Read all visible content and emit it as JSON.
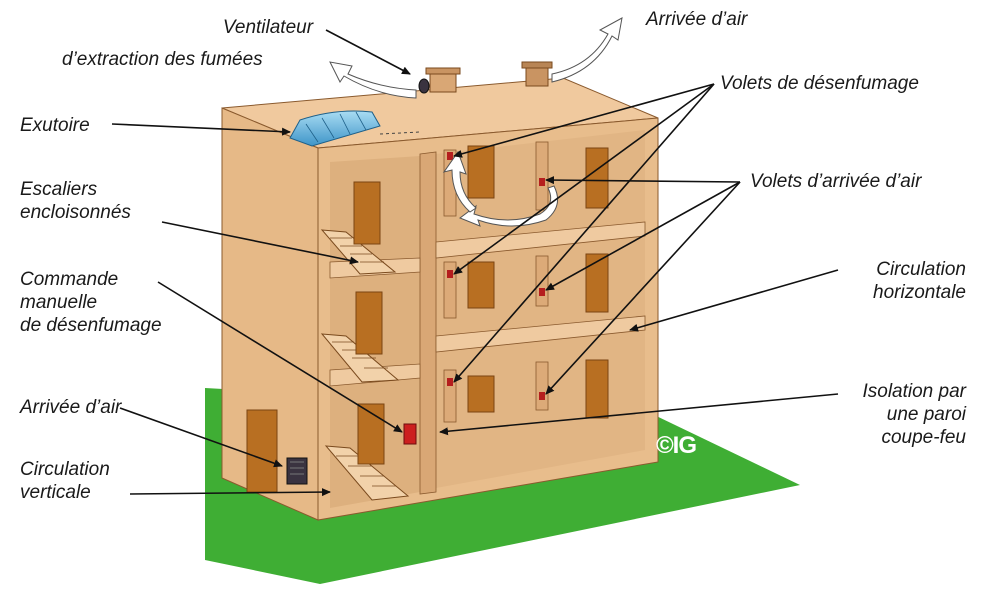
{
  "labels": {
    "ventilateur": [
      "Ventilateur",
      "d’extraction des fumées"
    ],
    "arrivee_air_top": "Arrivée d’air",
    "exutoire": "Exutoire",
    "volets_desenfumage": "Volets de désenfumage",
    "escaliers": [
      "Escaliers",
      "encloisonnés"
    ],
    "volets_arrivee": "Volets d’arrivée d’air",
    "commande": [
      "Commande",
      "manuelle",
      "de désenfumage"
    ],
    "circulation_horizontale": [
      "Circulation",
      "horizontale"
    ],
    "arrivee_air_bottom": "Arrivée d’air",
    "isolation": [
      "Isolation par",
      "une paroi",
      "coupe-feu"
    ],
    "circulation_verticale": [
      "Circulation",
      "verticale"
    ]
  },
  "copyright": "©IG",
  "icons": [
    "fan-icon",
    "air-inlet-vent-icon",
    "skylight-icon",
    "airflow-arrow-icon"
  ],
  "colors": {
    "wall": "#e6b987",
    "wall_shade": "#d9a775",
    "floor": "#efcaa0",
    "door": "#b86f22",
    "ground": "#3fae34",
    "skylight": "#5fb8e2",
    "control_box": "#cc1f1f",
    "arrow": "#111111",
    "airflow": "#ffffff"
  }
}
